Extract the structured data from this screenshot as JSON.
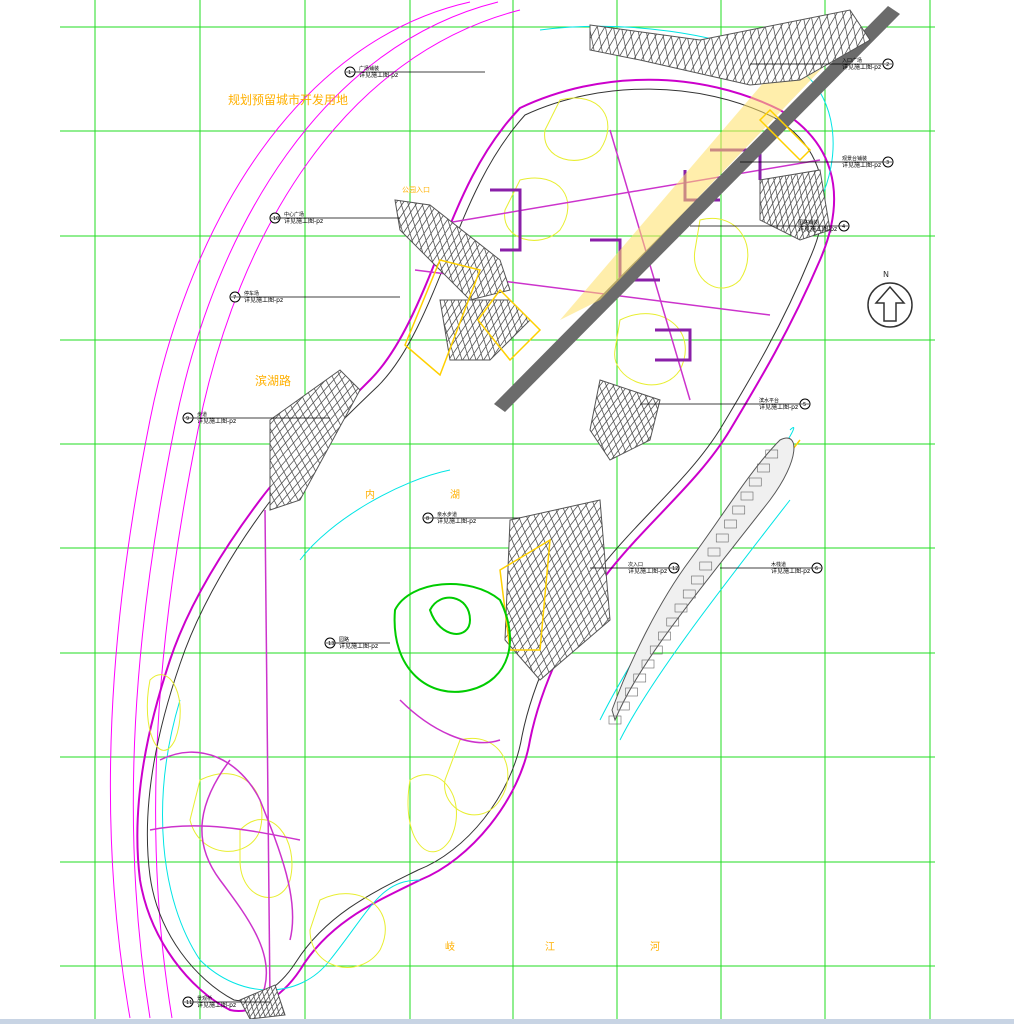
{
  "labels": {
    "urban_area": "规划预留城市开发用地",
    "road": "滨湖路",
    "lake_a": "内",
    "lake_b": "湖",
    "river_a": "岐",
    "river_b": "江",
    "river_c": "河",
    "entrance": "公园入口",
    "north": "N"
  },
  "callouts": [
    {
      "id": "c1",
      "line1": "广场铺装",
      "line2": "详见施工图-pz",
      "num": "1"
    },
    {
      "id": "c2",
      "line1": "入口广场",
      "line2": "详见施工图-pz",
      "num": "2"
    },
    {
      "id": "c3",
      "line1": "观景台铺装",
      "line2": "详见施工图-pz",
      "num": "3"
    },
    {
      "id": "c4",
      "line1": "园路铺装",
      "line2": "详见施工图-pz",
      "num": "4"
    },
    {
      "id": "c5",
      "line1": "滨水平台",
      "line2": "详见施工图-pz",
      "num": "5"
    },
    {
      "id": "c6",
      "line1": "木栈道",
      "line2": "详见施工图-pz",
      "num": "6"
    },
    {
      "id": "c7",
      "line1": "停车场",
      "line2": "详见施工图-pz",
      "num": "7"
    },
    {
      "id": "c8",
      "line1": "亲水步道",
      "line2": "详见施工图-pz",
      "num": "8"
    },
    {
      "id": "c9",
      "line1": "步道",
      "line2": "详见施工图-pz",
      "num": "9"
    },
    {
      "id": "c10",
      "line1": "中心广场",
      "line2": "详见施工图-pz",
      "num": "10"
    },
    {
      "id": "c11",
      "line1": "景观桥",
      "line2": "详见施工图-pz",
      "num": "11"
    },
    {
      "id": "c12",
      "line1": "次入口",
      "line2": "详见施工图-pz",
      "num": "12"
    },
    {
      "id": "c13",
      "line1": "园路",
      "line2": "详见施工图-pz",
      "num": "13"
    }
  ],
  "colors": {
    "grid": "#22dd22",
    "road": "#ff00ff",
    "water": "#00e5e5",
    "contour": "#e8ee30",
    "paving": "#555555",
    "plaza": "#ffd000",
    "wall": "#8a1fa8",
    "text": "#ffb000",
    "callout": "#000000"
  }
}
